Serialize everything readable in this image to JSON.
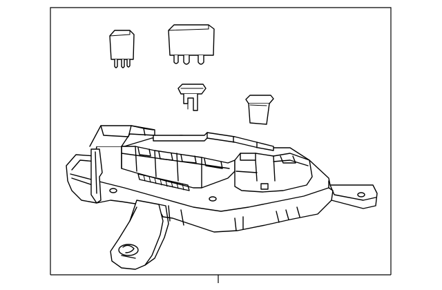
{
  "diagram": {
    "parts": [
      {
        "id": "mini-relay",
        "icon": "mini-relay-icon"
      },
      {
        "id": "relay",
        "icon": "relay-icon"
      },
      {
        "id": "fuse-small",
        "icon": "fuse-icon"
      },
      {
        "id": "fuse-cap",
        "icon": "fuse-cap-icon"
      },
      {
        "id": "fuse-block",
        "icon": "fuse-block-housing-icon"
      }
    ],
    "colors": {
      "line": "#000000",
      "background": "#ffffff"
    }
  }
}
